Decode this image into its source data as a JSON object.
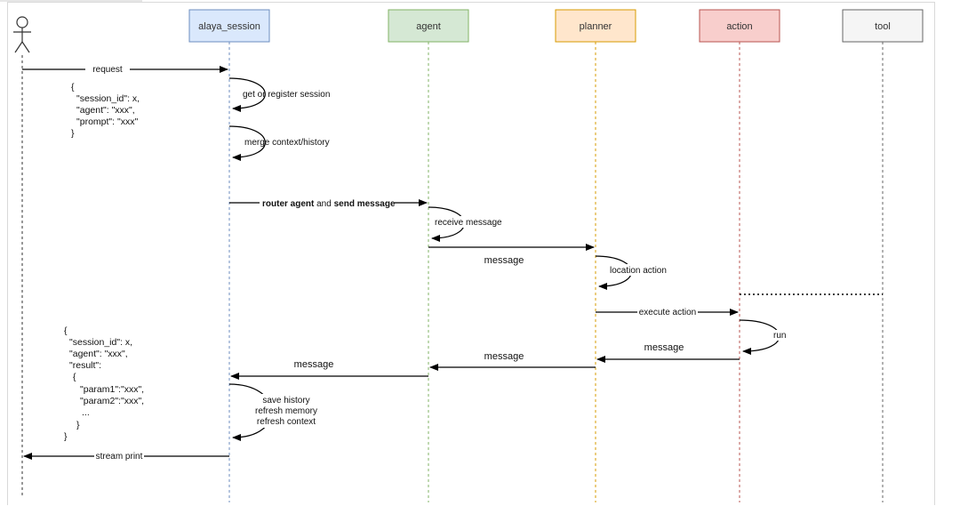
{
  "actor": {
    "icon": "stick-figure-icon"
  },
  "participants": [
    {
      "id": "alaya_session",
      "label": "alaya_session",
      "fill": "#dae8fc",
      "stroke": "#6c8ebf"
    },
    {
      "id": "agent",
      "label": "agent",
      "fill": "#d5e8d4",
      "stroke": "#82b366"
    },
    {
      "id": "planner",
      "label": "planner",
      "fill": "#ffe6cc",
      "stroke": "#d79b00"
    },
    {
      "id": "action",
      "label": "action",
      "fill": "#f8cecc",
      "stroke": "#b85450"
    },
    {
      "id": "tool",
      "label": "tool",
      "fill": "#f5f5f5",
      "stroke": "#666666"
    }
  ],
  "messages": {
    "request": "request",
    "get_or_register": "get or register session",
    "merge_context": "merge context/history",
    "router_part1": "router agent",
    "router_part2": " and ",
    "router_part3": "send message",
    "receive_message": "receive message",
    "agent_to_planner": "message",
    "location_action": "location action",
    "execute_action": "execute action",
    "run": "run",
    "action_to_planner": "message",
    "planner_to_agent": "message",
    "agent_to_session": "message",
    "save_history": "save history",
    "refresh_memory": "refresh memory",
    "refresh_context": "refresh context",
    "stream_print": "stream print"
  },
  "request_note": [
    "{",
    "\"session_id\": x,",
    "\"agent\": \"xxx\",",
    "\"prompt\": \"xxx\"",
    "}"
  ],
  "result_note": [
    "{",
    "\"session_id\": x,",
    "\"agent\": \"xxx\",",
    "\"result\":",
    "{",
    "\"param1\":\"xxx\",",
    "\"param2\":\"xxx\",",
    "...",
    "}",
    "}"
  ]
}
